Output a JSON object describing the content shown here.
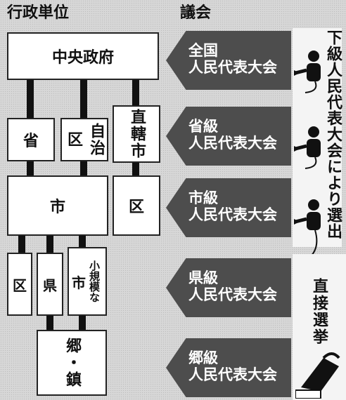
{
  "headings": {
    "admin_units": "行政単位",
    "assemblies": "議会"
  },
  "units": {
    "central": "中央政府",
    "province": "省",
    "autonomous_region": "自治区",
    "municipality": "直轄市",
    "city": "市",
    "district_right": "区",
    "district": "区",
    "county": "県",
    "city_small": "市",
    "small_note": "小規模な",
    "township": "郷・鎮"
  },
  "assemblies": [
    {
      "line1": "全国",
      "line2": "人民代表大会"
    },
    {
      "line1": "省級",
      "line2": "人民代表大会"
    },
    {
      "line1": "市級",
      "line2": "人民代表大会"
    },
    {
      "line1": "県級",
      "line2": "人民代表大会"
    },
    {
      "line1": "郷級",
      "line2": "人民代表大会"
    }
  ],
  "side_labels": {
    "indirect": "下級人民代表大会により選出",
    "direct": "直接選挙"
  },
  "colors": {
    "arrow": "#4d4d4d",
    "box_border": "#222222"
  },
  "icons": [
    "person-icon",
    "person-icon",
    "person-icon",
    "voting-hand-icon"
  ]
}
